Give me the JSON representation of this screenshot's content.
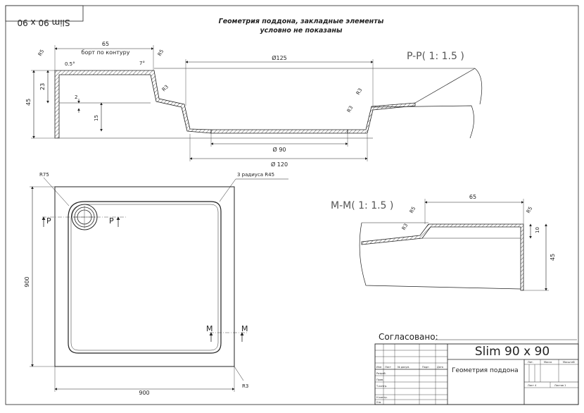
{
  "stamp": "Slim 90 x 90",
  "note": {
    "line1": "Геометрия поддона, закладные элементы",
    "line2": "условно не показаны"
  },
  "section_pp": {
    "title": "P-P( 1: 1.5 )",
    "dims": {
      "width_rim": "65",
      "rim_caption": "борт по контуру",
      "r5_left": "R5",
      "r5_right": "R5",
      "angle_left": "0.5°",
      "angle_right": "7°",
      "r3_a": "R3",
      "r3_b": "R3",
      "r3_c": "R3",
      "d125": "Ø125",
      "d90": "Ø 90",
      "d120": "Ø 120",
      "h45": "45",
      "h23": "23",
      "h2": "2",
      "h15": "15"
    }
  },
  "section_mm": {
    "title": "M-M( 1: 1.5 )",
    "dims": {
      "width": "65",
      "r5_a": "R5",
      "r5_b": "R5",
      "r3": "R3",
      "h10": "10",
      "h45": "45"
    }
  },
  "plan": {
    "r75": "R75",
    "radii": "3 радиуса R45",
    "width": "900",
    "height": "900",
    "r3": "R3",
    "cut_p_left": "P",
    "cut_p_right": "P",
    "cut_m_left": "M",
    "cut_m_right": "M"
  },
  "title_block": {
    "agreed_label": "Согласовано:",
    "product": "Slim 90 x 90",
    "drawing_name": "Геометрия поддона",
    "cols": [
      "Изм",
      "Лист",
      "№ докум.",
      "Подп",
      "Дата"
    ],
    "rows": [
      "Разраб.",
      "Пров.",
      "Т.контр.",
      "Н.контр.",
      "Утв."
    ],
    "right_cols": [
      "Лит.",
      "Масса",
      "Масштаб"
    ],
    "sheet": "Лист 4",
    "sheets": "Листов 1"
  },
  "colors": {
    "line": "#222222",
    "hatch": "#555555",
    "section_title": "#555555"
  }
}
